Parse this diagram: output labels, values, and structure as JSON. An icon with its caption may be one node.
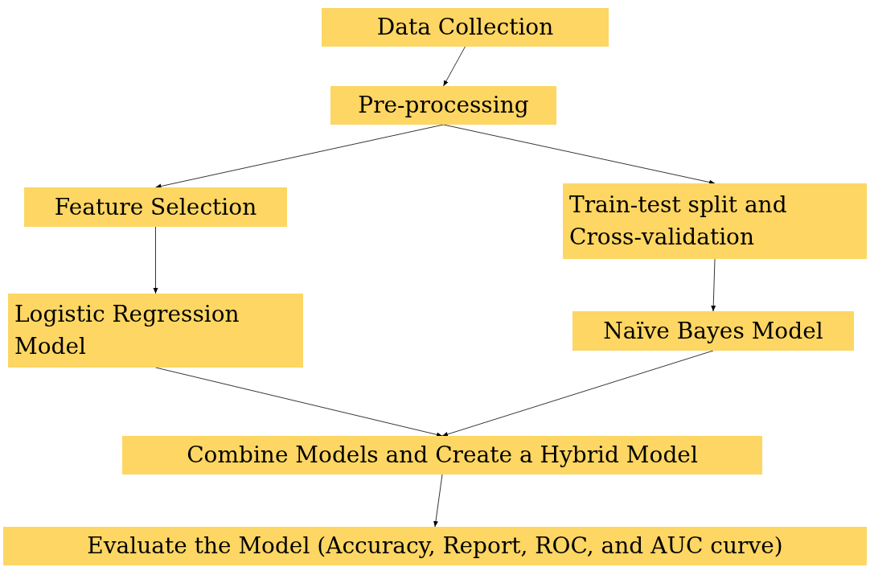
{
  "diagram": {
    "nodes": [
      {
        "text": [
          "Data Collection"
        ]
      },
      {
        "text": [
          "Pre-processing"
        ]
      },
      {
        "text": [
          "Feature Selection"
        ]
      },
      {
        "text": [
          "Train-test split and Cross-validation"
        ]
      },
      {
        "text": [
          "Logistic Regression Model"
        ]
      },
      {
        "text": [
          "Naïve Bayes Model"
        ]
      },
      {
        "text": [
          "Combine Models and Create a Hybrid Model"
        ]
      },
      {
        "text": [
          "Evaluate the Model (Accuracy, Report, ROC, and AUC curve)"
        ]
      }
    ],
    "edges": [
      {
        "from": 0,
        "to": 1,
        "arrow": "to"
      },
      {
        "from": 1,
        "to": 2,
        "arrow": "to"
      },
      {
        "from": 1,
        "to": 3,
        "arrow": "to"
      },
      {
        "from": 2,
        "to": 4,
        "arrow": "to"
      },
      {
        "from": 3,
        "to": 5,
        "arrow": "to"
      },
      {
        "from": 4,
        "to": 6,
        "arrow": "to"
      },
      {
        "from": 5,
        "to": 6,
        "arrow": "to"
      },
      {
        "from": 6,
        "to": 7,
        "arrow": "to"
      }
    ]
  }
}
